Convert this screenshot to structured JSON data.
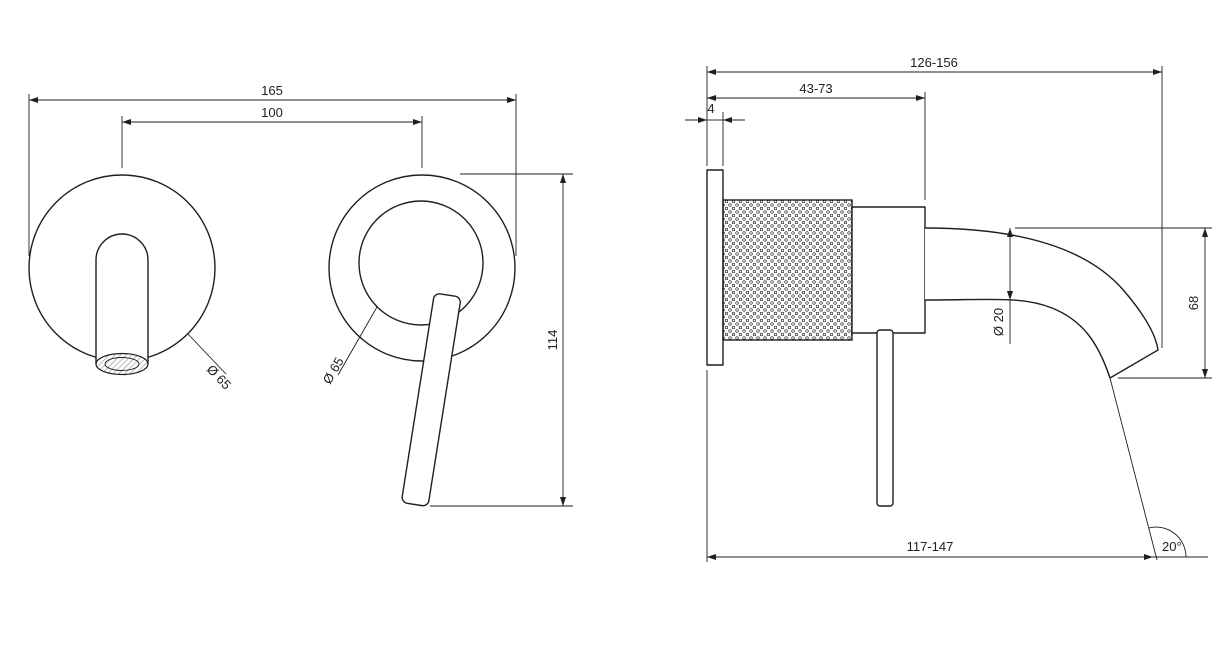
{
  "colors": {
    "line": "#1f1f1f",
    "background": "#ffffff"
  },
  "front_view": {
    "dim_total_width": "165",
    "dim_center_distance": "100",
    "dim_height": "114",
    "label_spout_escutcheon_diameter": "Ø 65",
    "label_handle_escutcheon_diameter": "Ø 65"
  },
  "side_view": {
    "dim_total_reach": "126-156",
    "dim_body_depth": "43-73",
    "dim_plate_thickness": "4",
    "dim_spout_drop": "68",
    "label_spout_diameter": "Ø 20",
    "dim_handle_reach": "117-147",
    "dim_spout_angle": "20°"
  }
}
